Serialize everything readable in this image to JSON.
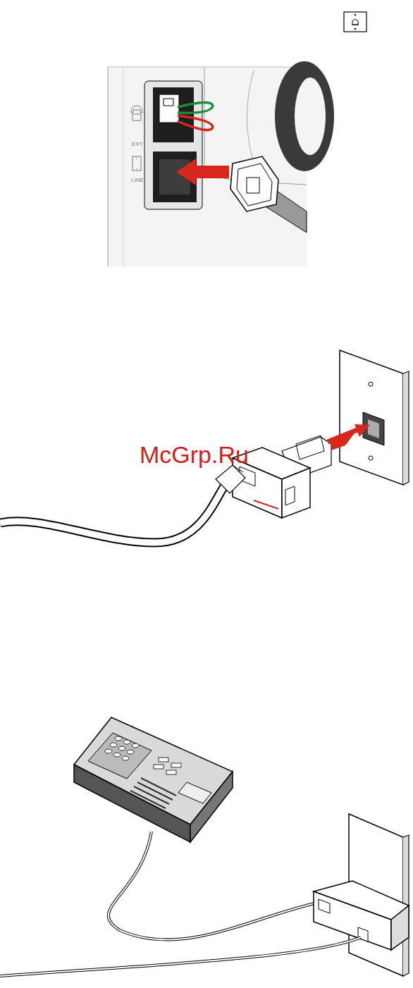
{
  "diagram": {
    "labels": [
      "EXT",
      "LINE",
      "McGrp.Ru"
    ]
  }
}
